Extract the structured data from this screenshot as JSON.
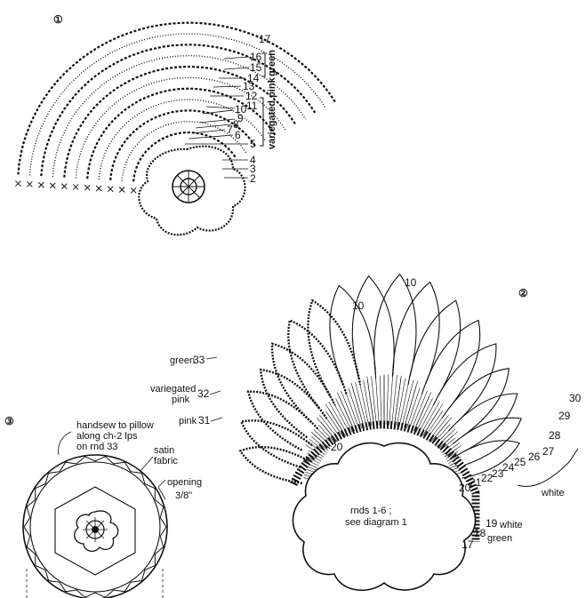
{
  "diagram1": {
    "marker": "①",
    "round_numbers": [
      "17",
      "16",
      "15",
      "14",
      "13",
      "12",
      "11",
      "10",
      "9",
      "8",
      "7",
      "6",
      "5",
      "4",
      "3",
      "2"
    ],
    "color_labels": {
      "green": "green",
      "variegated": "variegated pink"
    }
  },
  "diagram2": {
    "marker": "②",
    "color_labels": {
      "green": "green",
      "variegated": "variegated pink",
      "pink": "pink",
      "white_top": "white",
      "white_bottom": "white",
      "green_bottom": "green"
    },
    "round_numbers": {
      "r33": "33",
      "r32": "32",
      "r31": "31",
      "r30": "30",
      "r29": "29",
      "r28": "28",
      "r27": "27",
      "r26": "26",
      "r25": "25",
      "r24": "24",
      "r23": "23",
      "r22": "22",
      "r21": "21",
      "r20": "20",
      "r19": "19",
      "r18": "18",
      "r17": "17",
      "r10": "10"
    },
    "center_note": [
      "rnds 1-6 ;",
      "see diagram 1"
    ]
  },
  "diagram3": {
    "marker": "③",
    "handsew_note": [
      "handsew to pillow",
      "along ch-2 lps",
      "on rnd 33"
    ],
    "satin_note": [
      "satin",
      "fabric"
    ],
    "opening_note": [
      "opening",
      "3/8\""
    ]
  },
  "colors": {
    "ink": "#111111",
    "paper": "#ffffff"
  }
}
